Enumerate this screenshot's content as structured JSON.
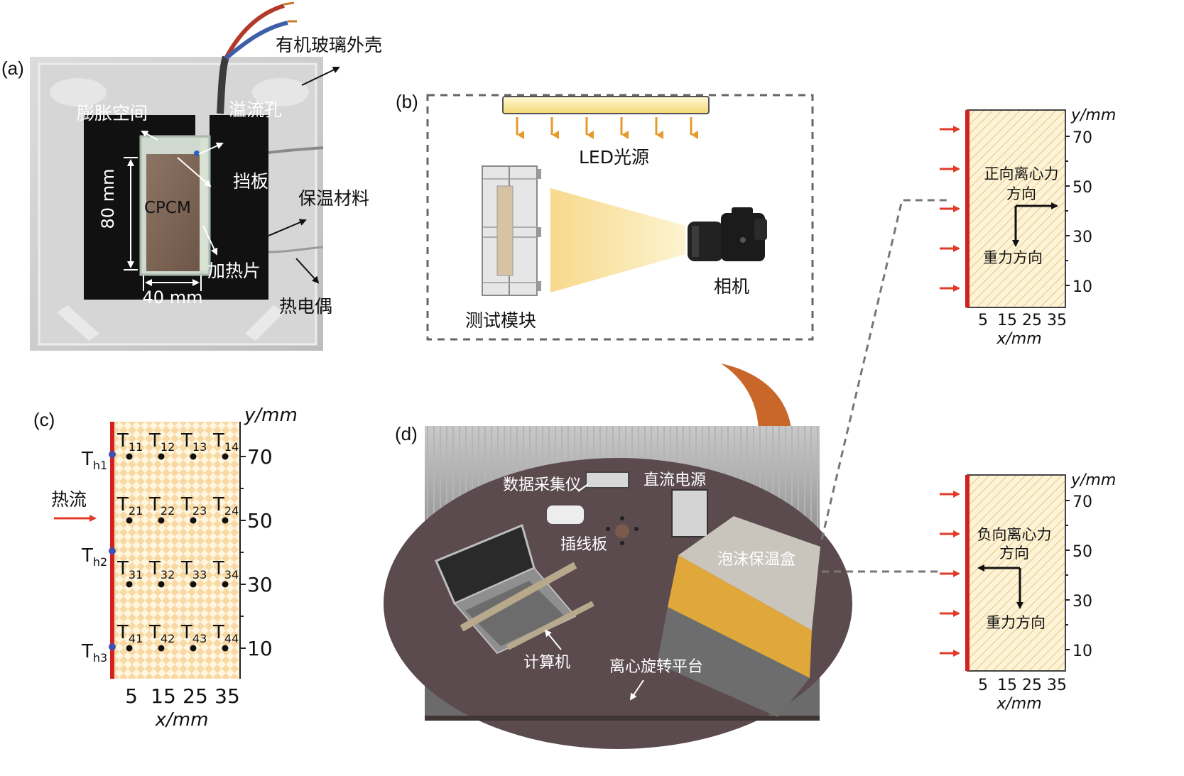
{
  "panel_a": {
    "panel_label": "(a)",
    "callouts": {
      "shell": "有机玻璃外壳",
      "expansion": "膨胀空间",
      "overflow": "溢流孔",
      "baffle": "挡板",
      "insulation": "保温材料",
      "heater": "加热片",
      "thermocouple": "热电偶",
      "cpcm": "CPCM",
      "height": "80 mm",
      "width": "40 mm"
    }
  },
  "panel_b": {
    "panel_label": "(b)",
    "light": "LED光源",
    "module": "测试模块",
    "camera": "相机"
  },
  "panel_c": {
    "panel_label": "(c)",
    "y_axis_label": "y/mm",
    "x_axis_label": "x/mm",
    "y_ticks": [
      "70",
      "50",
      "30",
      "10"
    ],
    "x_ticks": [
      "5",
      "15",
      "25",
      "35"
    ],
    "heat_flow": "热流",
    "heater_points": [
      {
        "main": "T",
        "sub": "h1"
      },
      {
        "main": "T",
        "sub": "h2"
      },
      {
        "main": "T",
        "sub": "h3"
      }
    ],
    "thermocouple_rows": [
      [
        {
          "main": "T",
          "sub": "11"
        },
        {
          "main": "T",
          "sub": "12"
        },
        {
          "main": "T",
          "sub": "13"
        },
        {
          "main": "T",
          "sub": "14"
        }
      ],
      [
        {
          "main": "T",
          "sub": "21"
        },
        {
          "main": "T",
          "sub": "22"
        },
        {
          "main": "T",
          "sub": "23"
        },
        {
          "main": "T",
          "sub": "24"
        }
      ],
      [
        {
          "main": "T",
          "sub": "31"
        },
        {
          "main": "T",
          "sub": "32"
        },
        {
          "main": "T",
          "sub": "33"
        },
        {
          "main": "T",
          "sub": "34"
        }
      ],
      [
        {
          "main": "T",
          "sub": "41"
        },
        {
          "main": "T",
          "sub": "42"
        },
        {
          "main": "T",
          "sub": "43"
        },
        {
          "main": "T",
          "sub": "44"
        }
      ]
    ]
  },
  "panel_d": {
    "panel_label": "(d)",
    "daq": "数据采集仪",
    "power": "直流电源",
    "strip": "插线板",
    "foam_box": "泡沫保温盒",
    "computer": "计算机",
    "platform": "离心旋转平台"
  },
  "panel_right_top": {
    "y_axis_label": "y/mm",
    "x_axis_label": "x/mm",
    "y_ticks": [
      "70",
      "50",
      "30",
      "10"
    ],
    "x_ticks": [
      "5",
      "15",
      "25",
      "35"
    ],
    "force_line1": "正向离心力",
    "force_line2": "方向",
    "gravity": "重力方向"
  },
  "panel_right_bottom": {
    "y_axis_label": "y/mm",
    "x_axis_label": "x/mm",
    "y_ticks": [
      "70",
      "50",
      "30",
      "10"
    ],
    "x_ticks": [
      "5",
      "15",
      "25",
      "35"
    ],
    "force_line1": "负向离心力",
    "force_line2": "方向",
    "gravity": "重力方向"
  },
  "colors": {
    "heater_red": "#d32020",
    "arrow_orange": "#e59a2b",
    "curved_arrow": "#c9662a",
    "light_bar": "#fbe89c",
    "hatch_fill": "#fdf3d6",
    "platform": "#5b4a4e"
  }
}
